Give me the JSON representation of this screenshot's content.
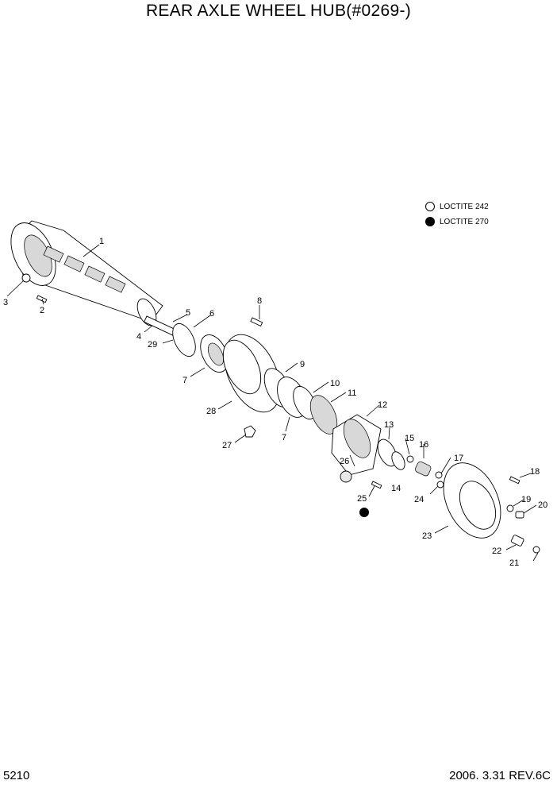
{
  "title": "REAR AXLE WHEEL HUB(#0269-)",
  "page_number": "5210",
  "revision": "2006. 3.31  REV.6C",
  "legend": {
    "loctite_242": "LOCTITE 242",
    "loctite_270": "LOCTITE 270"
  },
  "callouts": [
    "1",
    "2",
    "3",
    "4",
    "5",
    "6",
    "7",
    "8",
    "9",
    "10",
    "11",
    "12",
    "13",
    "14",
    "15",
    "16",
    "17",
    "18",
    "19",
    "20",
    "21",
    "22",
    "23",
    "24",
    "25",
    "26",
    "27",
    "28",
    "29",
    "7"
  ]
}
